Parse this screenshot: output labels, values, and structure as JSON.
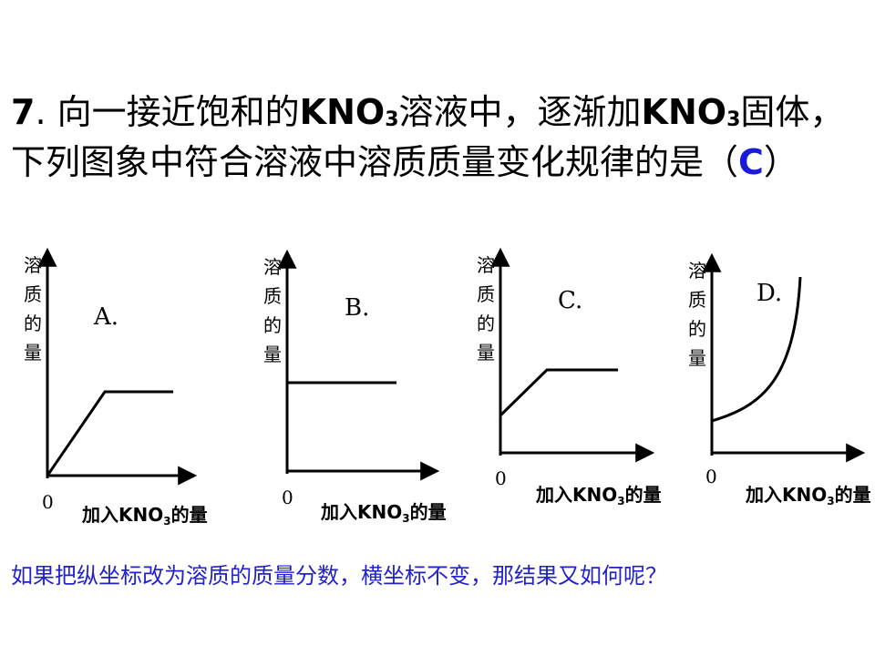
{
  "question": {
    "number": "7",
    "dot": ".",
    "part1": "向一接近饱和的",
    "formula1_main": "KNO",
    "formula1_sub": "3",
    "part2": "溶液中，逐渐加",
    "formula2_main": "KNO",
    "formula2_sub": "3",
    "part3": "固体，下列图象中符合溶液中溶质质量变化规律的是（",
    "answer": "C",
    "close": "）"
  },
  "graphs": [
    {
      "letter": "A.",
      "ylabel": [
        "溶",
        "质",
        "的",
        "量"
      ],
      "origin": "0",
      "xlabel_pre": "加入KNO",
      "xlabel_sub": "3",
      "xlabel_post": "的量",
      "curve": "rise-then-flat-from-origin"
    },
    {
      "letter": "B.",
      "ylabel": [
        "溶",
        "质",
        "的",
        "量"
      ],
      "origin": "0",
      "xlabel_pre": "加入KNO",
      "xlabel_sub": "3",
      "xlabel_post": "的量",
      "curve": "flat"
    },
    {
      "letter": "C.",
      "ylabel": [
        "溶",
        "质",
        "的",
        "量"
      ],
      "origin": "0",
      "xlabel_pre": "加入KNO",
      "xlabel_sub": "3",
      "xlabel_post": "的量",
      "curve": "rise-from-intercept-then-flat"
    },
    {
      "letter": "D.",
      "ylabel": [
        "溶",
        "质",
        "的",
        "量"
      ],
      "origin": "0",
      "xlabel_pre": "加入KNO",
      "xlabel_sub": "3",
      "xlabel_post": "的量",
      "curve": "accelerating-rise"
    }
  ],
  "followup": "如果把纵坐标改为溶质的质量分数，横坐标不变，那结果又如何呢？",
  "colors": {
    "answer": "#1a1adb",
    "followup": "#2222cc",
    "lines": "#000000"
  }
}
